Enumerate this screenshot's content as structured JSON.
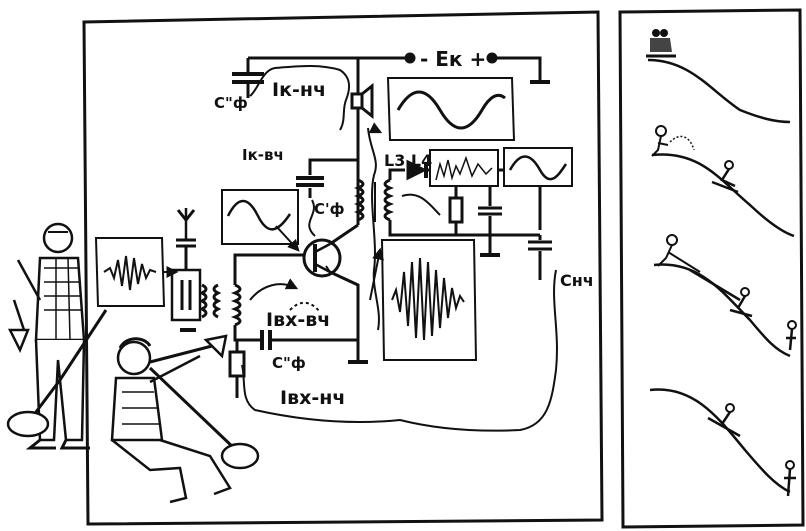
{
  "labels": {
    "power_supply": "- Eк +",
    "collector_lf_current": "Iк-нч",
    "collector_hf_current": "Iк-вч",
    "filter_cap_top": "C\"ф",
    "filter_cap_mid": "C'ф",
    "filter_cap_bottom": "C\"ф",
    "coils": "L3 L4",
    "output_cap": "Cнч",
    "input_hf_current": "Iвх-вч",
    "input_lf_current": "Iвх-нч"
  }
}
